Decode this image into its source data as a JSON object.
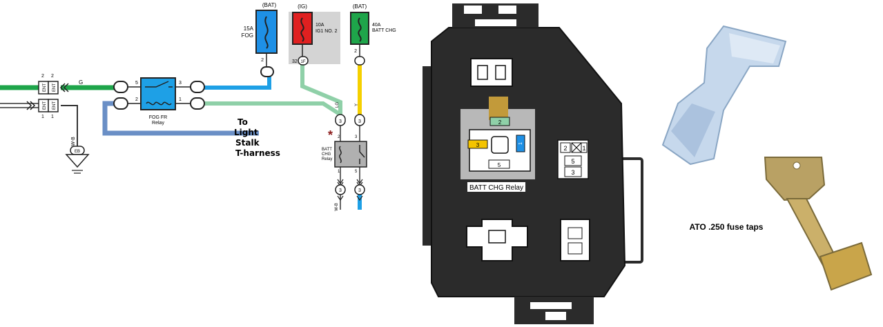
{
  "wiring": {
    "fuses": [
      {
        "source": "(BAT)",
        "amp": "15A",
        "name": "FOG",
        "color": "#1e90e6",
        "pin": "2"
      },
      {
        "source": "(IG)",
        "amp": "10A",
        "name": "IG1 NO. 2",
        "color": "#e02020",
        "pin": "1F",
        "pin_prefix": "32"
      },
      {
        "source": "(BAT)",
        "amp": "40A",
        "name": "BATT CHG",
        "color": "#1ea54a",
        "pin": "2"
      }
    ],
    "connector_labels": [
      "ENT",
      "ENT",
      "ENT",
      "ENT"
    ],
    "connector_pins": [
      "2",
      "2",
      "1",
      "1"
    ],
    "wire_g": "G",
    "wire_wb": "W-B",
    "wire_y": "Y",
    "wire_lg": "LG",
    "ground": "EB",
    "fog_relay": {
      "label": "FOG FR Relay",
      "pins": [
        "5",
        "2",
        "3",
        "1"
      ]
    },
    "batt_relay": {
      "label": "BATT CHG Relay",
      "pins": [
        "2",
        "3",
        "1",
        "5"
      ]
    },
    "asterisk": "*",
    "bottom_pins": [
      "3",
      "3"
    ],
    "bottom_wire": "W-B",
    "annotation": [
      "To",
      "Light",
      "Stalk",
      "T-harness"
    ]
  },
  "block": {
    "relay_label": "BATT CHG Relay",
    "slot_numbers": [
      "2",
      "3",
      "1",
      "5",
      "2",
      "1",
      "5",
      "3"
    ],
    "colors": {
      "body": "#2b2b2b",
      "gray": "#b8b8b8",
      "tan": "#c29a3a",
      "green_slot": "#8fd0a8",
      "yellow_slot": "#f5c400",
      "blue_slot": "#1e90e6"
    }
  },
  "photo_caption": "ATO .250 fuse taps"
}
